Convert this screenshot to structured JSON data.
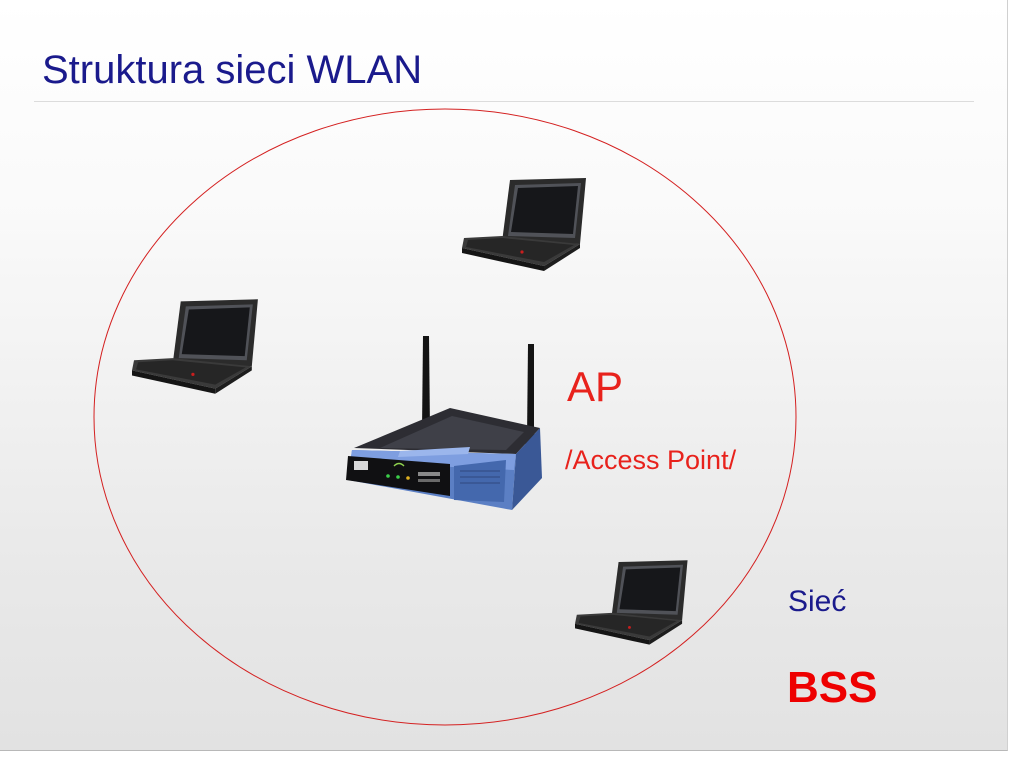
{
  "slide": {
    "title": "Struktura sieci WLAN",
    "ap_label": "AP",
    "ap_description": "/Access Point/",
    "network_label": "Sieć",
    "network_type": "BSS"
  },
  "colors": {
    "title": "#1a1a8c",
    "accent_red": "#e8221c",
    "bss_red": "#ee0000",
    "circle": "#d42020"
  },
  "icons": [
    "laptop-icon",
    "laptop-icon",
    "laptop-icon",
    "wireless-router-icon"
  ]
}
